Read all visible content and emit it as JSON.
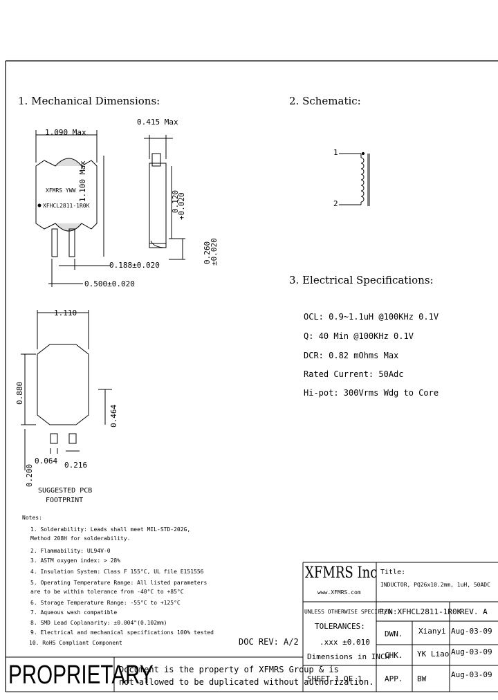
{
  "sections": {
    "mechanical": "1. Mechanical Dimensions:",
    "schematic": "2. Schematic:",
    "electrical": "3. Electrical Specifications:"
  },
  "mechanical": {
    "width_max": "1.090 Max",
    "depth_max": "0.415 Max",
    "height_max": "1.100 Max",
    "marking_line1": "XFMRS YWW",
    "marking_line2": "XFHCL2811-1R0K",
    "dim_0120": "0.120",
    "dim_0120_tol": "+0.020",
    "dim_0260": "0.260",
    "dim_0260_tol": "±0.020",
    "dim_0188": "0.188±0.020",
    "dim_0500": "0.500±0.020"
  },
  "footprint": {
    "width": "1.110",
    "height": "0.880",
    "dim_0464": "0.464",
    "dim_0200": "0.200",
    "dim_0064": "0.064",
    "dim_0216": "0.216",
    "caption_line1": "SUGGESTED PCB",
    "caption_line2": "FOOTPRINT"
  },
  "schematic": {
    "pin1": "1",
    "pin2": "2"
  },
  "electrical": [
    "OCL: 0.9~1.1uH @100KHz 0.1V",
    "Q: 40 Min @100KHz 0.1V",
    "DCR: 0.82 mOhms Max",
    "Rated Current: 50Adc",
    "Hi-pot: 300Vrms Wdg to Core"
  ],
  "notes": {
    "title": "Notes:",
    "items": [
      "1. Solderability: Leads shall meet MIL-STD-202G,",
      "   Method 208H for solderability.",
      "2. Flammability: UL94V-0",
      "3. ASTM oxygen index: > 28%",
      "4. Insulation System: Class F 155°C, UL file E151556",
      "5. Operating Temperature Range: All listed parameters",
      "   are to be within tolerance from -40°C to +85°C",
      "6. Storage Temperature Range: -55°C to +125°C",
      "7. Aqueous wash compatible",
      "8. SMD Lead Coplanarity: ±0.004\"(0.102mm)",
      "9. Electrical and mechanical specifications 100% tested",
      "10. RoHS Compliant Component"
    ]
  },
  "doc_rev": "DOC REV: A/2",
  "proprietary": "PROPRIETARY",
  "proprietary_line1": "Document is the property of XFMRS Group & is",
  "proprietary_line2": "not allowed to be duplicated without authorization.",
  "title_block": {
    "company": "XFMRS Inc",
    "website": "www.XFMRS.com",
    "title_label": "Title:",
    "title_value": "INDUCTOR, PQ26x10.2mm, 1uH, 50ADC",
    "unless": "UNLESS OTHERWISE SPECIFIED",
    "pn": "P/N:XFHCL2811-1R0K",
    "rev": "REV. A",
    "tolerances": "TOLERANCES:",
    "tol_value": ".xxx ±0.010",
    "dimensions": "Dimensions in INCH",
    "dwn_label": "DWN.",
    "dwn_name": "Xianyi",
    "dwn_date": "Aug-03-09",
    "chk_label": "CHK.",
    "chk_name": "YK Liao",
    "chk_date": "Aug-03-09",
    "app_label": "APP.",
    "app_name": "BW",
    "app_date": "Aug-03-09",
    "sheet": "SHEET 1 OF 1"
  }
}
